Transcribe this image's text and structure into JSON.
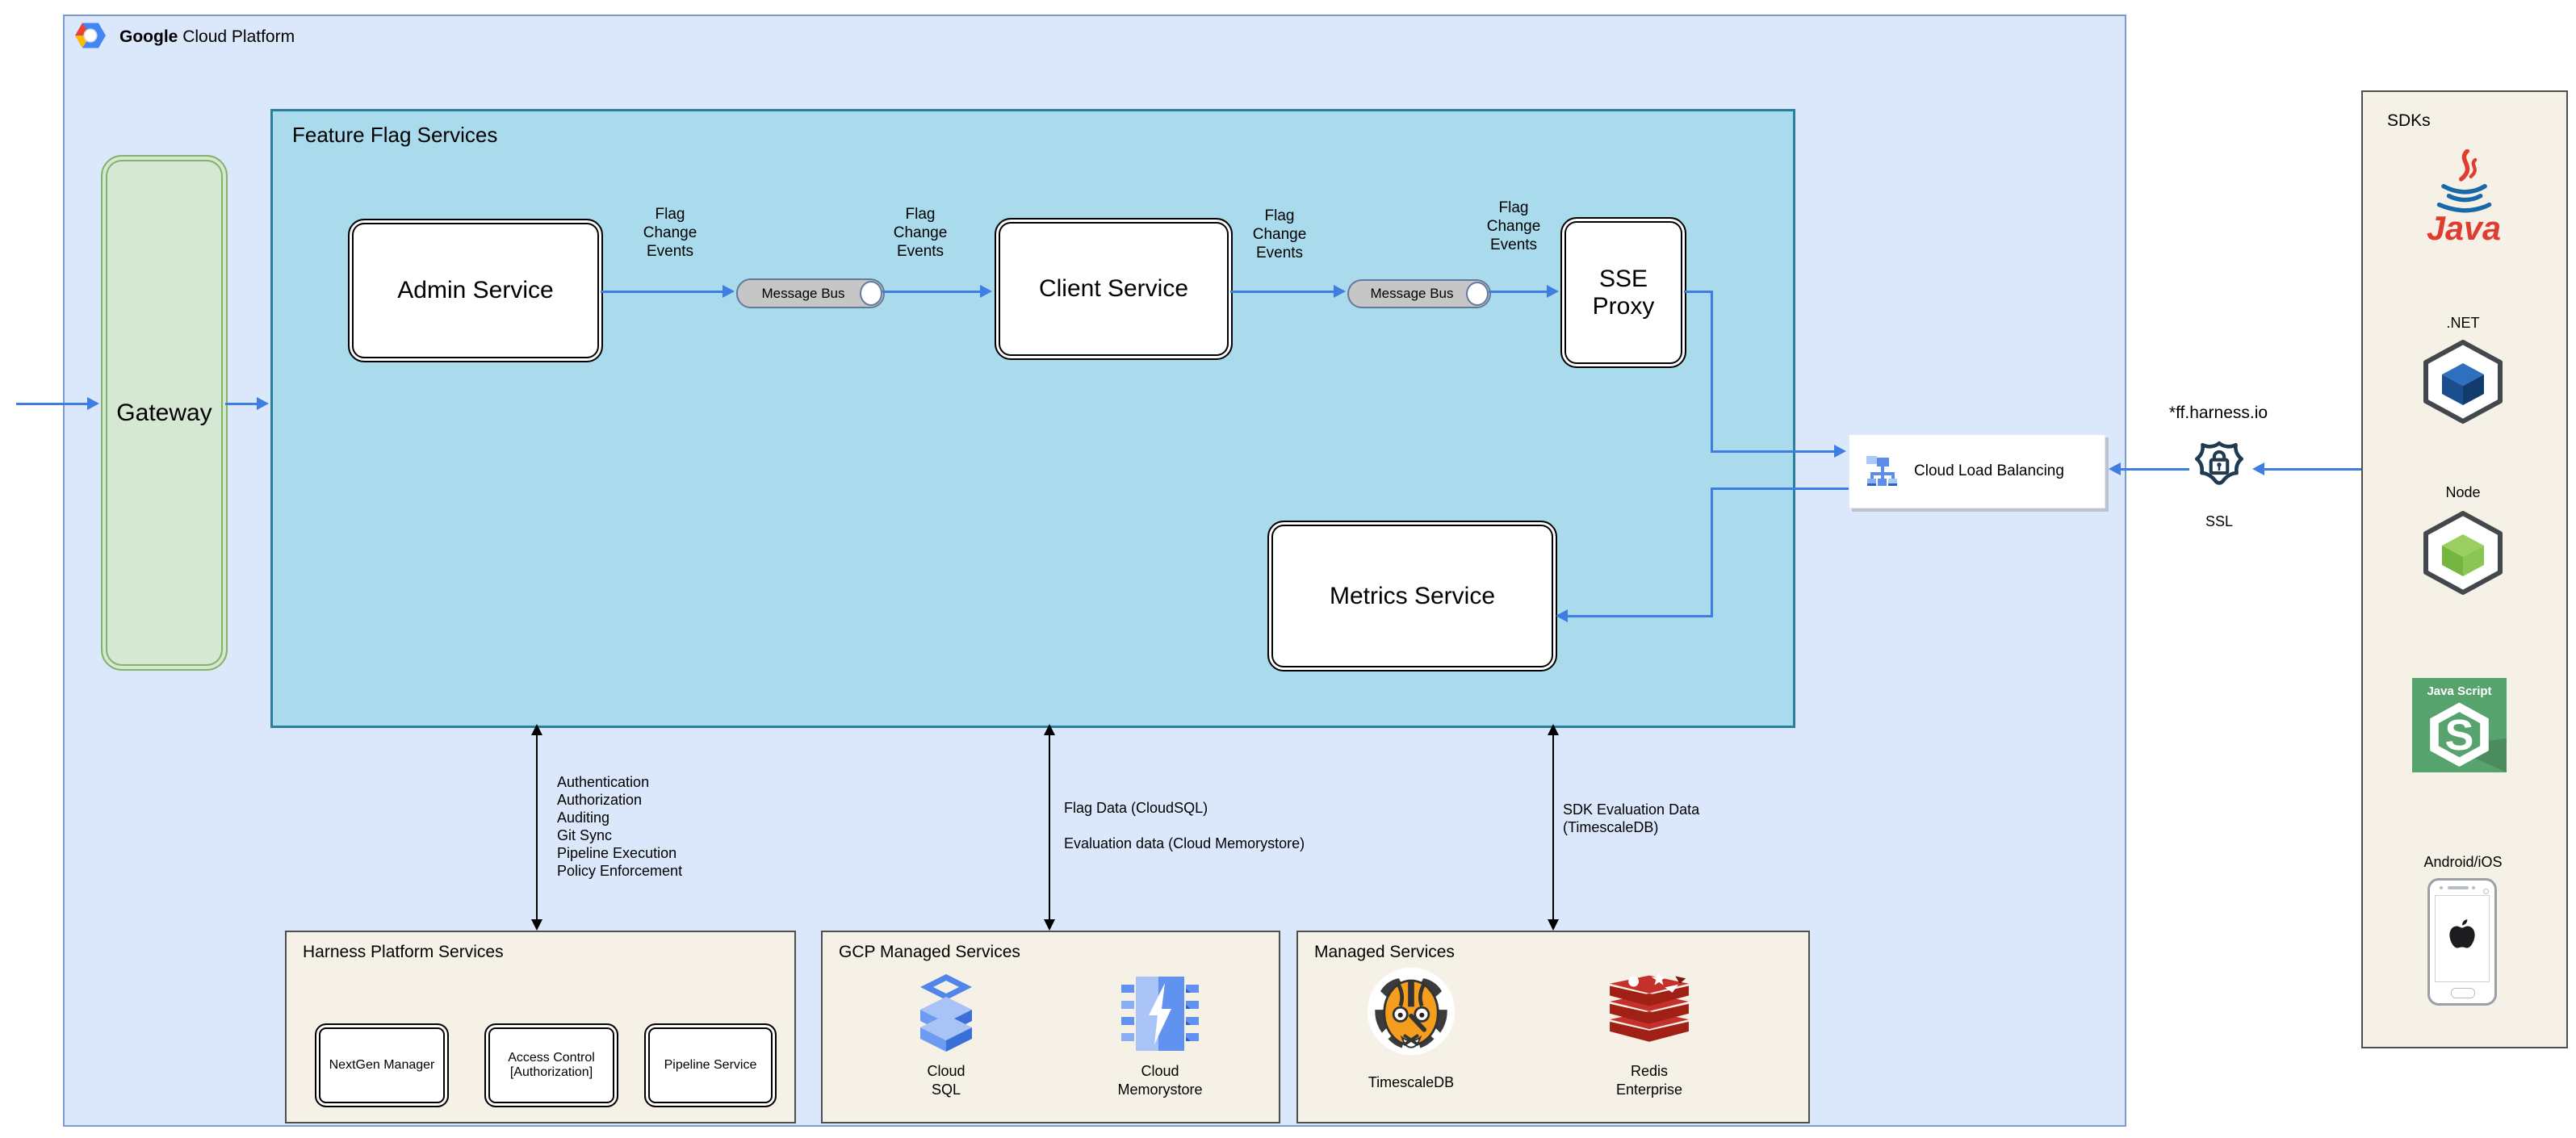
{
  "header": {
    "brand_bold": "Google",
    "brand_rest": "Cloud Platform"
  },
  "gateway": {
    "label": "Gateway"
  },
  "feature_flag": {
    "title": "Feature Flag Services",
    "admin": "Admin Service",
    "client": "Client Service",
    "sse": "SSE\nProxy",
    "metrics": "Metrics Service",
    "message_bus": "Message Bus",
    "flag_change": "Flag\nChange\nEvents"
  },
  "clb": {
    "label": "Cloud Load Balancing"
  },
  "ssl": {
    "domain": "*ff.harness.io",
    "label": "SSL"
  },
  "sdks": {
    "title": "SDKs",
    "java": "Java",
    "dotnet": ".NET",
    "node": "Node",
    "js_title": "Java Script",
    "js_s": "S",
    "android": "Android/iOS"
  },
  "annotations": {
    "platform": "Authentication\nAuthorization\nAuditing\nGit Sync\nPipeline Execution\nPolicy Enforcement",
    "flag_data": "Flag Data (CloudSQL)",
    "eval_data": "Evaluation data (Cloud Memorystore)",
    "sdk_eval": "SDK Evaluation Data\n(TimescaleDB)"
  },
  "platform_services": {
    "title": "Harness Platform Services",
    "items": [
      {
        "label": "NextGen Manager"
      },
      {
        "label": "Access Control\n[Authorization]"
      },
      {
        "label": "Pipeline Service"
      }
    ]
  },
  "gcp_services": {
    "title": "GCP Managed Services",
    "cloud_sql": "Cloud\nSQL",
    "memorystore": "Cloud\nMemorystore"
  },
  "managed_services": {
    "title": "Managed Services",
    "timescale": "TimescaleDB",
    "redis": "Redis\nEnterprise"
  },
  "colors": {
    "arrow_blue": "#3e7de2",
    "teal_fill": "#a9dbec",
    "teal_border": "#2a7f9d",
    "outer_fill": "#dbe8fb",
    "gateway_fill": "#d5e8d4",
    "gateway_border": "#82b366",
    "panel_fill": "#f5f1e6",
    "js_green": "#57a36e",
    "redis_red": "#a02015",
    "tiger_orange": "#f59e1d"
  }
}
